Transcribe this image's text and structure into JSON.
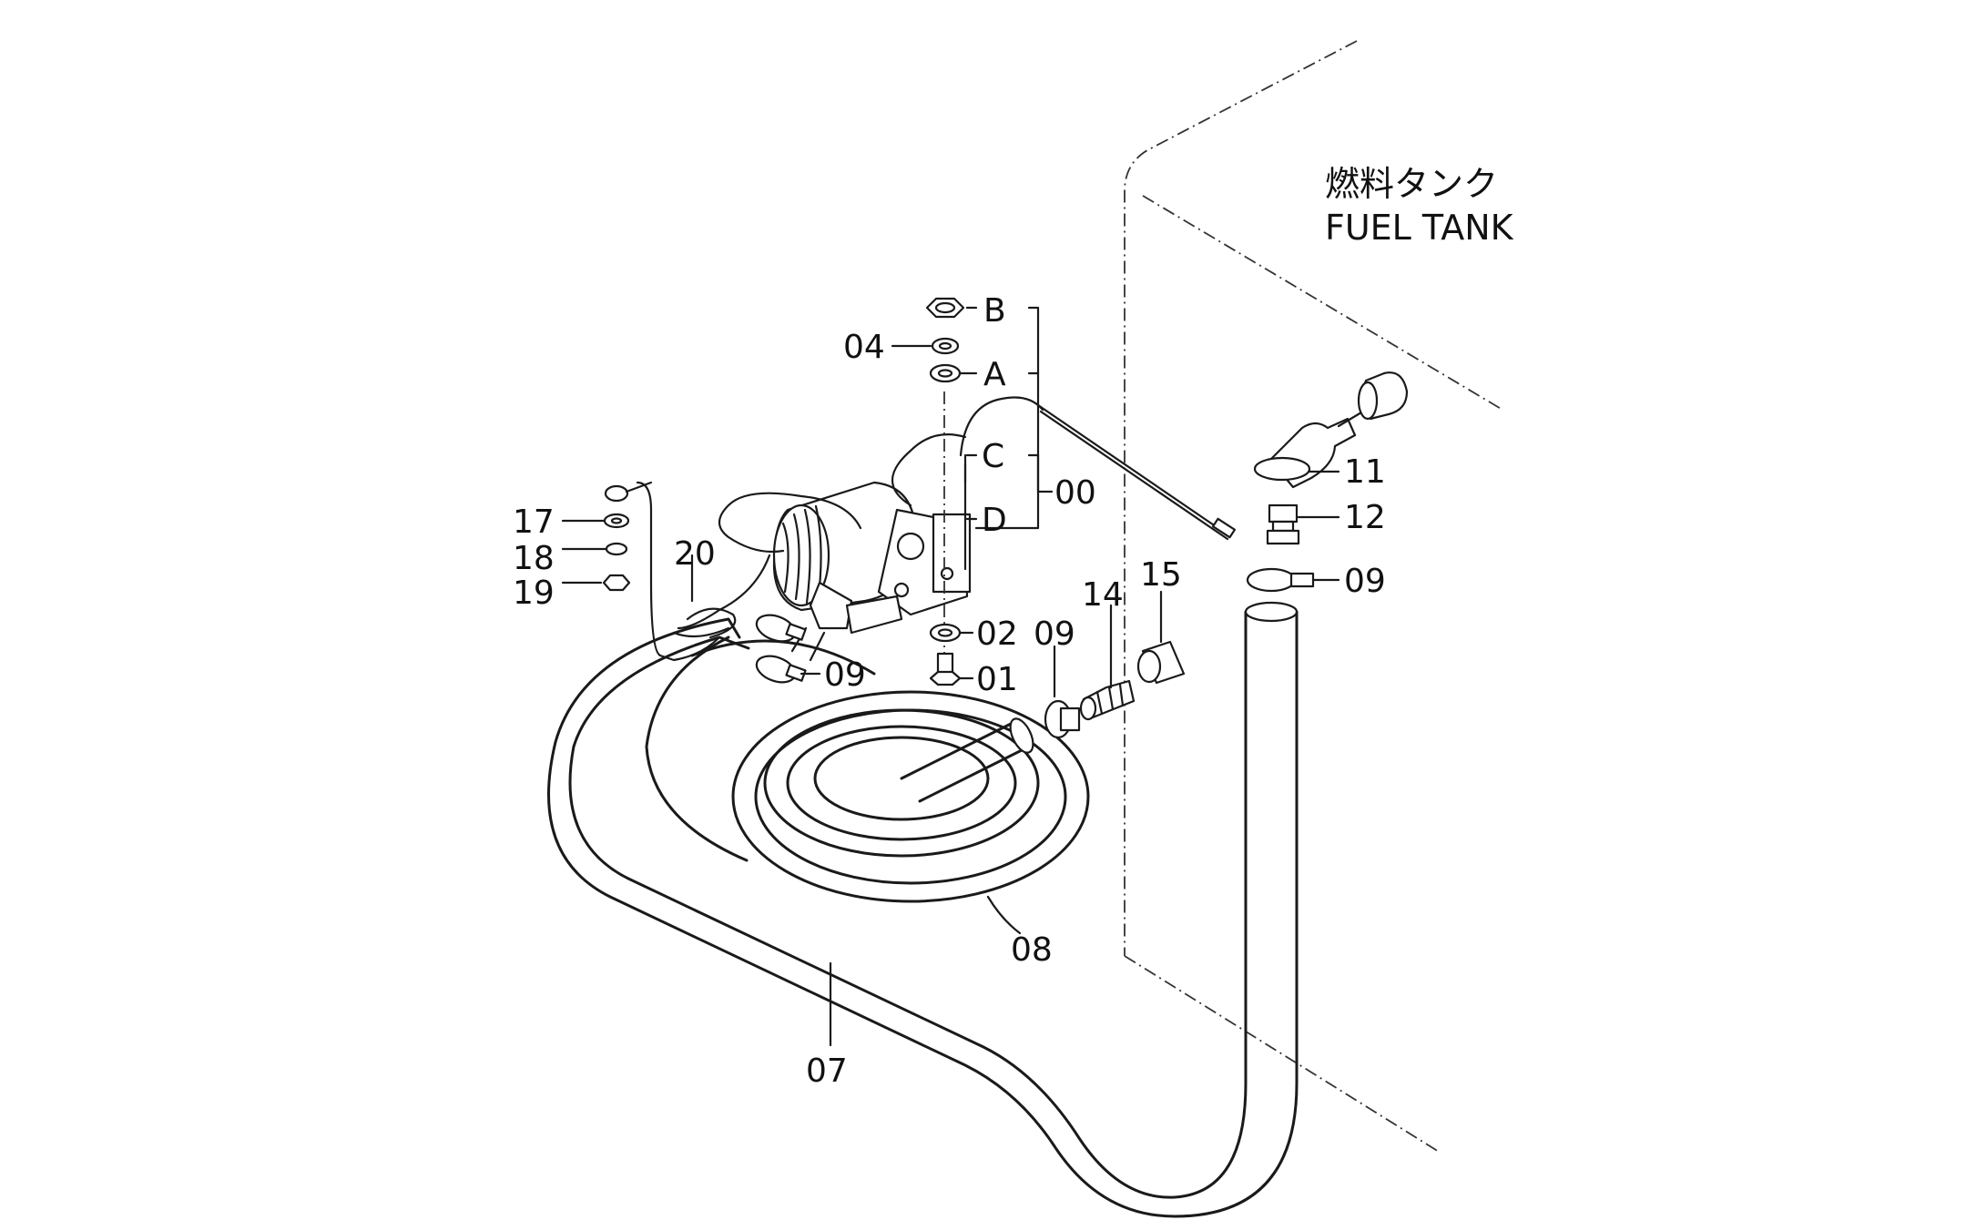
{
  "tank_label": {
    "japanese": "燃料タンク",
    "english": "FUEL  TANK"
  },
  "callouts": {
    "b": "B",
    "a": "A",
    "c": "C",
    "d": "D",
    "p00": "00",
    "p01": "01",
    "p02": "02",
    "p04": "04",
    "p07": "07",
    "p08": "08",
    "p09_right": "09",
    "p09_mid": "09",
    "p09_left": "09",
    "p11": "11",
    "p12": "12",
    "p14": "14",
    "p15": "15",
    "p17": "17",
    "p18": "18",
    "p19": "19",
    "p20": "20"
  }
}
